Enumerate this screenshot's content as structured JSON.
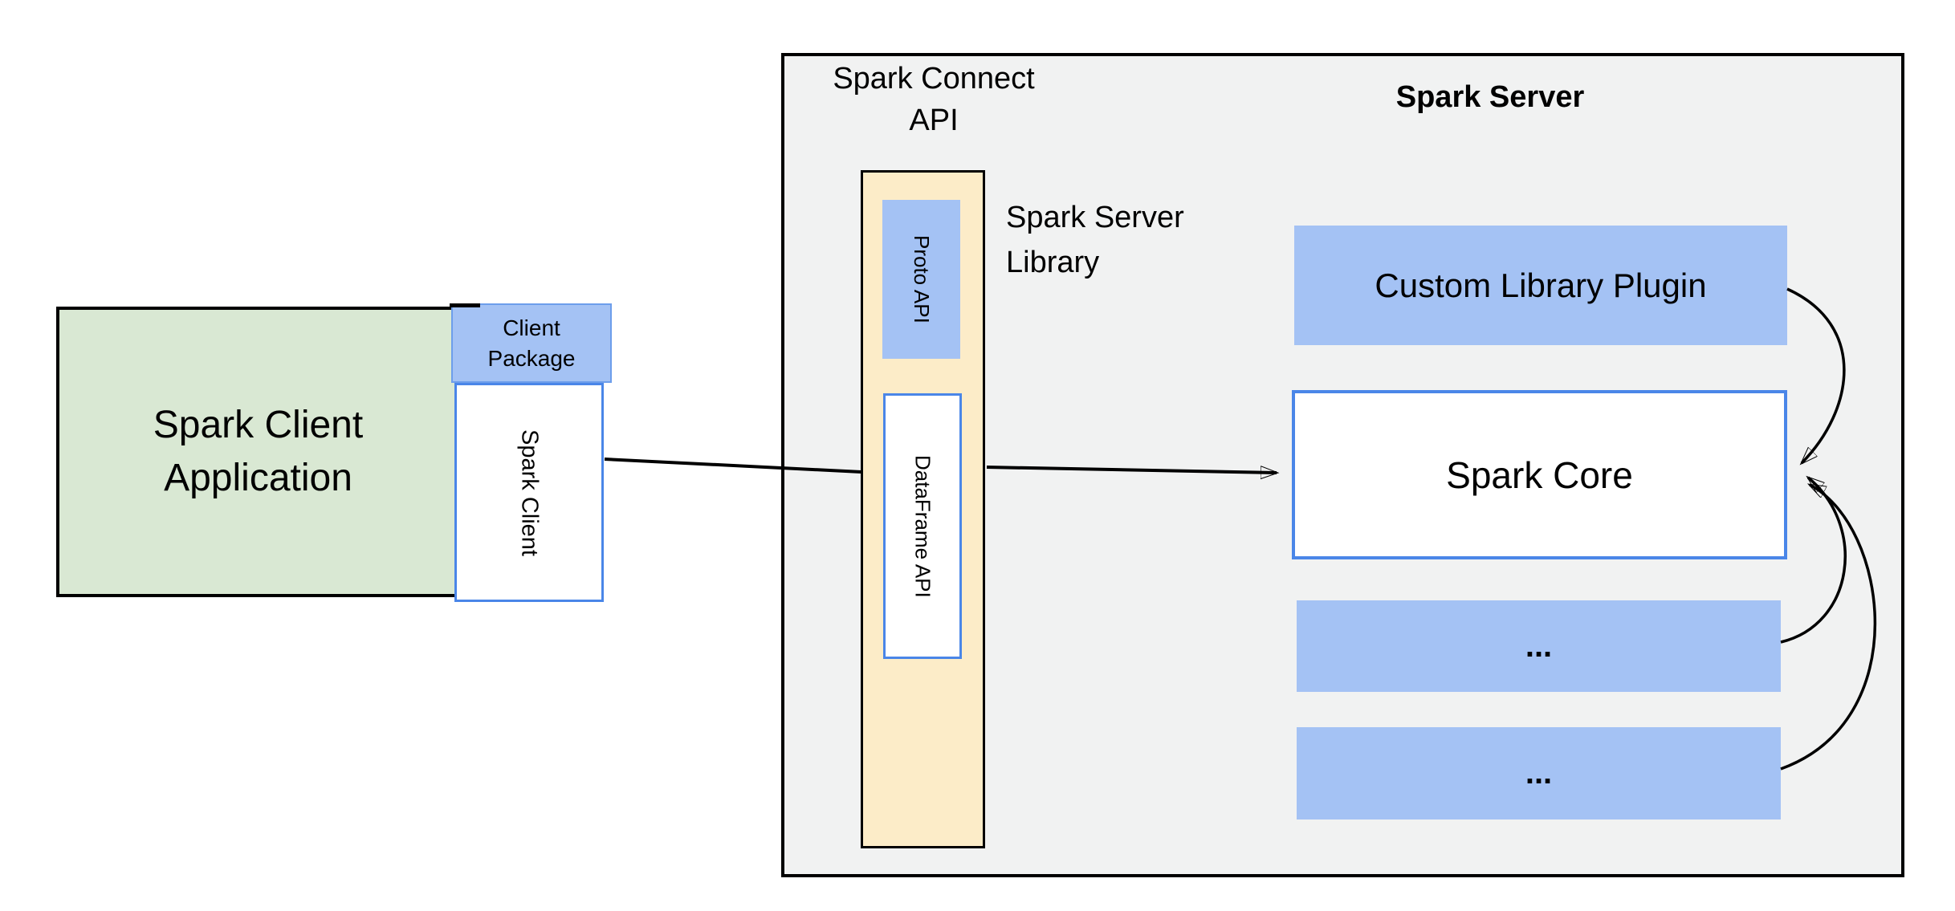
{
  "colors": {
    "canvas_bg": "#ffffff",
    "server_bg": "#f1f2f2",
    "outline": "#000000",
    "green_fill": "#d9e8d3",
    "blue_fill": "#a4c2f4",
    "blue_border": "#4a86e8",
    "package_border": "#6d9eeb",
    "yellow_fill": "#fcecc8",
    "arrow": "#000000",
    "text": "#000000"
  },
  "client": {
    "app_lines": [
      "Spark Client",
      "Application"
    ],
    "package_lines": [
      "Client",
      "Package"
    ],
    "spark_client_label": "Spark Client"
  },
  "connect_api": {
    "title_lines": [
      "Spark Connect",
      "API"
    ],
    "proto_api_label": "Proto API",
    "dataframe_api_label": "DataFrame API",
    "library_label_lines": [
      "Spark Server",
      "Library"
    ]
  },
  "server": {
    "title": "Spark Server",
    "plugin_label": "Custom Library Plugin",
    "core_label": "Spark Core",
    "extension_1_label": "...",
    "extension_2_label": "..."
  }
}
